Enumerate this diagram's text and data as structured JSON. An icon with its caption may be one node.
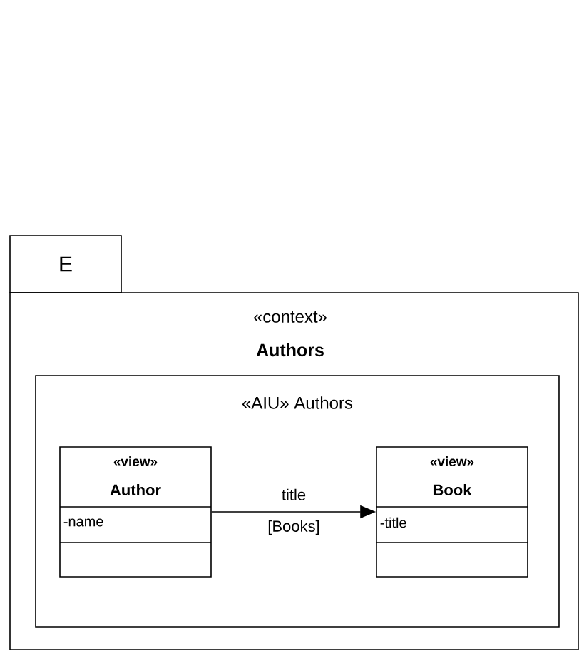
{
  "diagram": {
    "nodes": [
      {
        "text": [
          "E",
          "«context»",
          "Authors"
        ]
      },
      {
        "text": [
          "«AIU» Authors"
        ],
        "in": 0
      },
      {
        "text": [
          "«view»",
          "Author",
          "-name"
        ],
        "in": 1
      },
      {
        "text": [
          "«view»",
          "Book",
          "-title"
        ],
        "in": 1
      }
    ],
    "edges": [
      {
        "from": 2,
        "to": 3,
        "arrow": "to",
        "label": "title [Books]"
      }
    ]
  }
}
